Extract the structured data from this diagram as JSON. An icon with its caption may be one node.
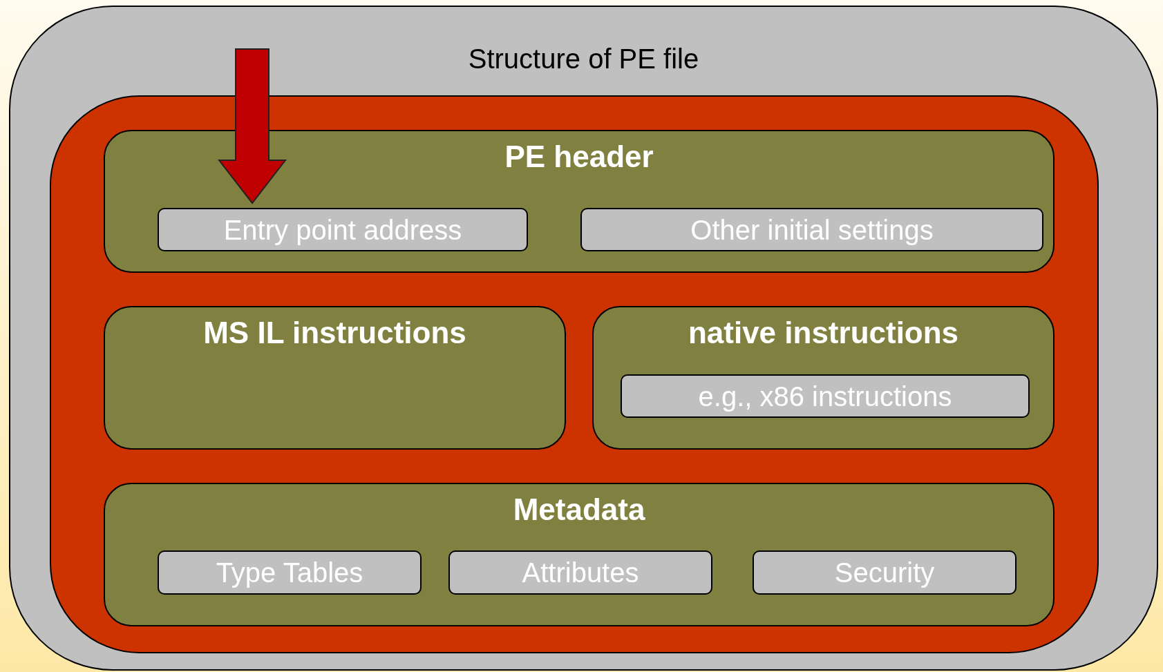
{
  "diagram": {
    "nodes": [
      {
        "text": [
          "Structure of PE file"
        ]
      },
      {
        "text": [],
        "shape": "box",
        "in": 0
      },
      {
        "text": [
          "PE header"
        ],
        "in": 1
      },
      {
        "text": [
          "Entry point address"
        ],
        "in": 2
      },
      {
        "text": [
          "Other initial settings"
        ],
        "in": 2
      },
      {
        "text": [
          "MS IL instructions"
        ],
        "in": 1
      },
      {
        "text": [
          "native instructions"
        ],
        "in": 1
      },
      {
        "text": [
          "e.g., x86 instructions"
        ],
        "in": 6
      },
      {
        "text": [
          "Metadata"
        ],
        "in": 1
      },
      {
        "text": [
          "Type Tables"
        ],
        "in": 8
      },
      {
        "text": [
          "Attributes"
        ],
        "in": 8
      },
      {
        "text": [
          "Security"
        ],
        "in": 8
      }
    ],
    "edges": [
      {
        "from": null,
        "to": 3,
        "arrow": "to",
        "style": "thick",
        "color": "#c00000"
      }
    ]
  }
}
